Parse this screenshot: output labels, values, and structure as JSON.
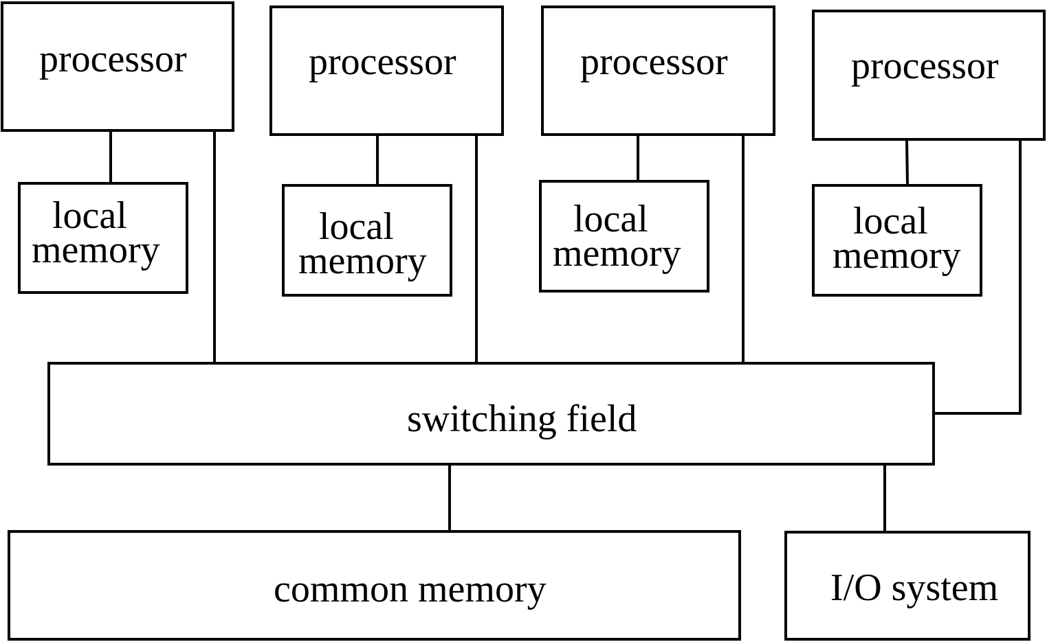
{
  "processors": [
    {
      "label": "processor"
    },
    {
      "label": "processor"
    },
    {
      "label": "processor"
    },
    {
      "label": "processor"
    }
  ],
  "local_memories": [
    {
      "line1": "local",
      "line2": "memory"
    },
    {
      "line1": "local",
      "line2": "memory"
    },
    {
      "line1": "local",
      "line2": "memory"
    },
    {
      "line1": "local",
      "line2": "memory"
    }
  ],
  "switching_field": {
    "label": "switching field"
  },
  "common_memory": {
    "label": "common memory"
  },
  "io_system": {
    "label": "I/O system"
  }
}
